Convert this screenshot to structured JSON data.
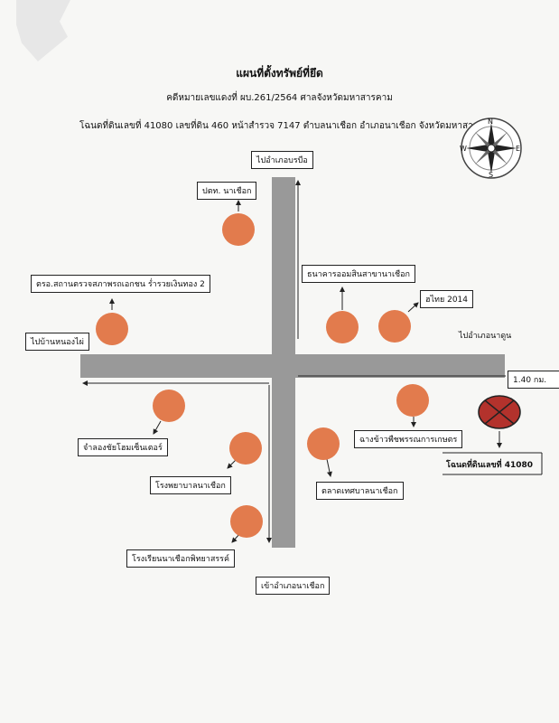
{
  "header": {
    "title": "แผนที่ตั้งทรัพย์ที่ยึด",
    "case_line": "คดีหมายเลขแดงที่ ผบ.261/2564 ศาลจังหวัดมหาสารคาม",
    "deed_line": "โฉนดที่ดินเลขที่ 41080 เลขที่ดิน 460 หน้าสำรวจ 7147 ตำบลนาเชือก อำเภอนาเชือก จังหวัดมหาสารคาม"
  },
  "compass": {
    "n": "N",
    "s": "S",
    "e": "E",
    "w": "W"
  },
  "directions": {
    "north": "ไปอำเภอบรบือ",
    "south": "เข้าอำเภอนาเชือก",
    "west": "ไปบ้านหนองไผ่",
    "east": "ไปอำเภอนาดูน"
  },
  "distance": "1.40 กม.",
  "landmarks": {
    "ptt": "ปตท. นาเชือก",
    "police": "ตรอ.สถานตรวจสภาพรถเอกชน ร่ำรวยเงินทอง 2",
    "bank": "ธนาคารออมสินสาขานาเชือก",
    "honda": "ฮไทย 2014",
    "jamlong": "จำลองชัยโฮมเซ็นเตอร์",
    "hospital": "โรงพยาบาลนาเชือก",
    "market": "ตลาดเทศบาลนาเชือก",
    "school": "โรงเรียนนาเชือกพิทยาสรรค์",
    "seed": "ฉางข้าวพืชพรรณการเกษตร"
  },
  "target_label": "โฉนดที่ดินเลขที่ 41080",
  "colors": {
    "road": "#999999",
    "landmark": "#e27b4d",
    "target": "#b3322c"
  }
}
